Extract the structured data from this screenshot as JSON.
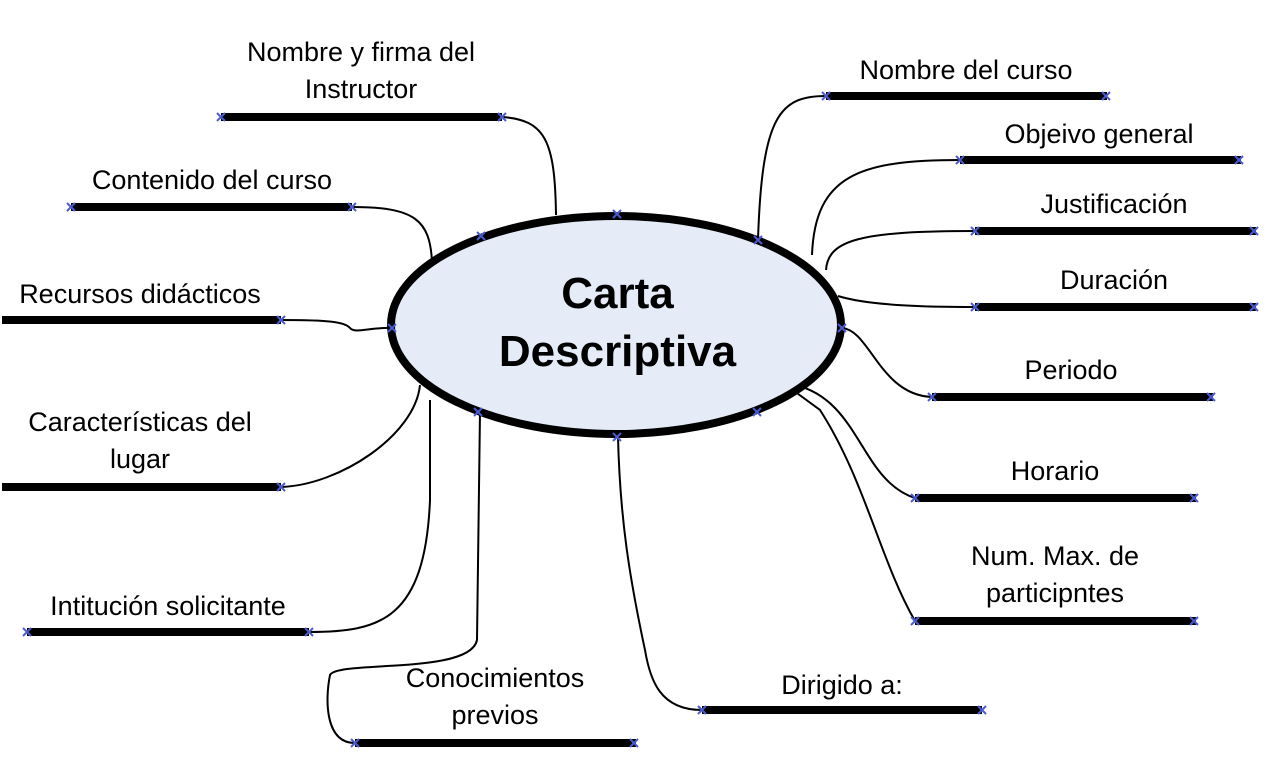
{
  "center": {
    "line1": "Carta",
    "line2": "Descriptiva"
  },
  "colors": {
    "ellipse_fill": "#e6ecf7",
    "ellipse_stroke": "#000000",
    "bar": "#000000",
    "connector": "#000000",
    "marker": "#4a5bd0"
  },
  "branches": {
    "nombre_firma_instructor": {
      "line1": "Nombre y firma del",
      "line2": "Instructor"
    },
    "contenido_curso": {
      "text": "Contenido del curso"
    },
    "recursos_didacticos": {
      "text": "Recursos didácticos"
    },
    "caracteristicas_lugar": {
      "line1": "Características del",
      "line2": "lugar"
    },
    "institucion_solicitante": {
      "text": "Intitución solicitante"
    },
    "conocimientos_previos": {
      "line1": "Conocimientos",
      "line2": "previos"
    },
    "dirigido_a": {
      "text": "Dirigido a:"
    },
    "num_max_participantes": {
      "line1": "Num. Max. de",
      "line2": "participntes"
    },
    "horario": {
      "text": "Horario"
    },
    "periodo": {
      "text": "Periodo"
    },
    "duracion": {
      "text": "Duración"
    },
    "justificacion": {
      "text": "Justificación"
    },
    "objetivo_general": {
      "text": "Objeivo general"
    },
    "nombre_curso": {
      "text": "Nombre del curso"
    }
  }
}
